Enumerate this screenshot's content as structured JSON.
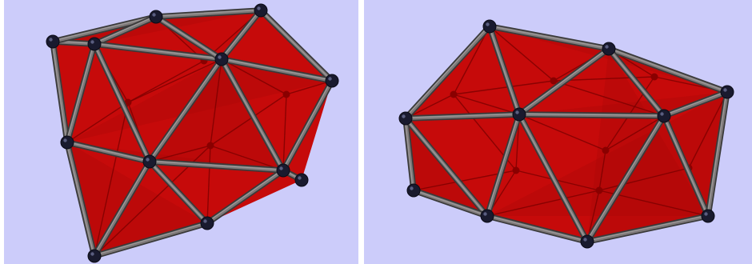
{
  "views": [
    {
      "id": "left",
      "name": "mesh-view-left",
      "face_color": "#c60a0a",
      "background": "#ccccfa"
    },
    {
      "id": "right",
      "name": "mesh-view-right",
      "face_color": "#c60a0a",
      "background": "#ccccfa"
    }
  ],
  "colors": {
    "background": "#ccccfa",
    "face": "#c60a0a",
    "edge": "#7d7878",
    "vertex": "#191a2e"
  }
}
